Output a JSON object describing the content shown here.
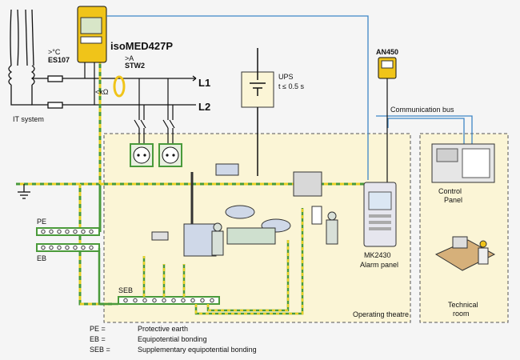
{
  "devices": {
    "isomed": "isoMED427P",
    "es_label": ">°C",
    "es_code": "ES107",
    "stw_label": ">A",
    "stw_code": "STW2",
    "kohm": "<kΩ",
    "an450": "AN450",
    "ups": "UPS",
    "ups_time": "t ≤ 0.5 s",
    "mk2430_line1": "MK2430",
    "mk2430_line2": "Alarm panel"
  },
  "lines": {
    "l1": "L1",
    "l2": "L2",
    "it_system": "IT system",
    "comm_bus": "Communication bus"
  },
  "areas": {
    "control_panel_1": "Control",
    "control_panel_2": "Panel",
    "operating_theatre": "Operating theatre",
    "technical_room_1": "Technical",
    "technical_room_2": "room"
  },
  "bars": {
    "pe": "PE",
    "eb": "EB",
    "seb": "SEB"
  },
  "legend": [
    {
      "abbr": "PE =",
      "text": "Protective earth"
    },
    {
      "abbr": "EB =",
      "text": "Equipotential bonding"
    },
    {
      "abbr": "SEB =",
      "text": "Supplementary equipotential bonding"
    }
  ],
  "colors": {
    "zone": "#fbf5d6",
    "zone_border": "#555555",
    "device_yellow": "#f0c419",
    "comm_line": "#3f86c6",
    "pe_green": "#4a9a3a",
    "pe_yellow": "#e8d024",
    "wire": "#111111"
  }
}
